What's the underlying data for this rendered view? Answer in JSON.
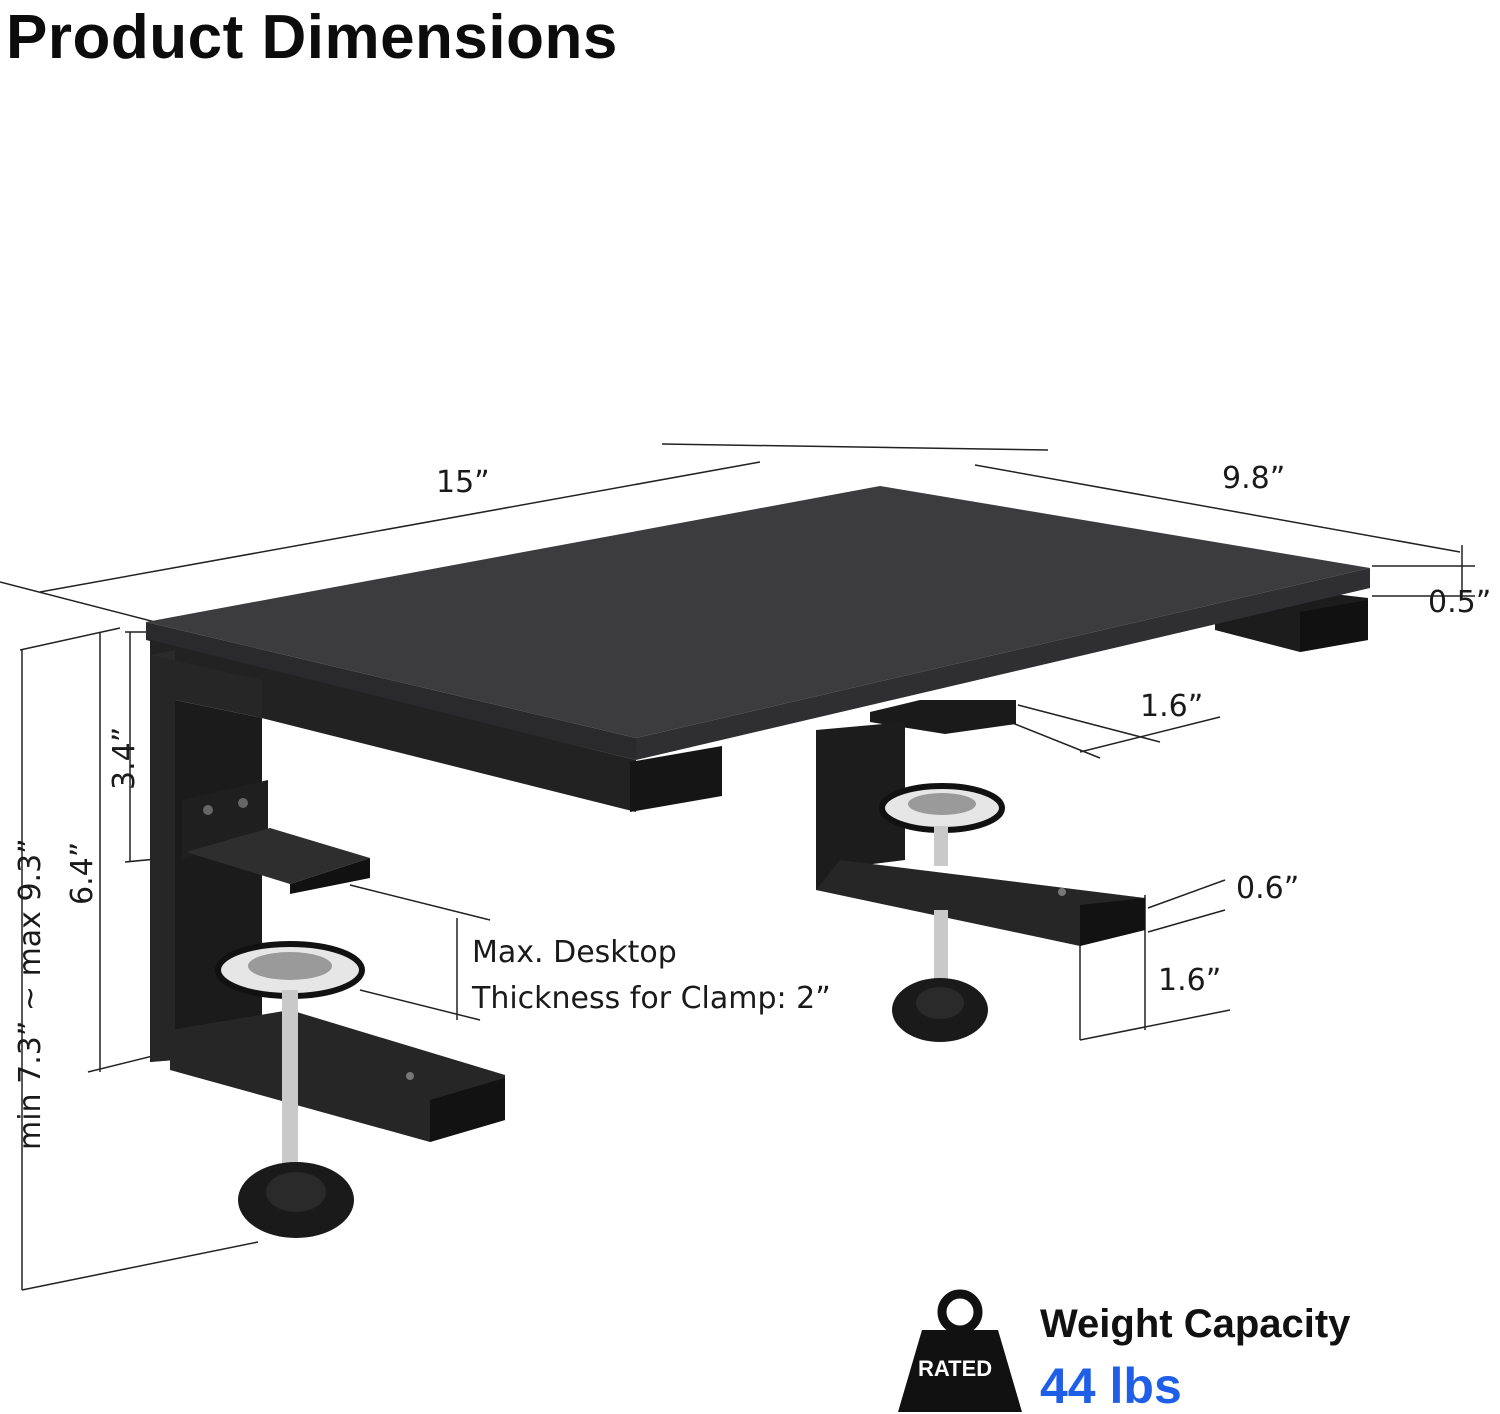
{
  "header": {
    "title": "Product Dimensions"
  },
  "dimensions": {
    "length": "15”",
    "depth": "9.8”",
    "board_thickness": "0.5”",
    "rest_width": "1.6”",
    "under_height": "3.4”",
    "bracket_height": "6.4”",
    "total_height": "min 7.3” ~ max 9.3”",
    "clamp_plate_thickness": "0.6”",
    "clamp_plate_width": "1.6”"
  },
  "clamp_note": {
    "line1": "Max. Desktop",
    "line2": "Thickness for Clamp: 2”"
  },
  "weight": {
    "badge": "RATED",
    "title": "Weight Capacity",
    "value": "44 lbs",
    "value_color": "#1f5fe8",
    "icon": "weight-icon"
  }
}
